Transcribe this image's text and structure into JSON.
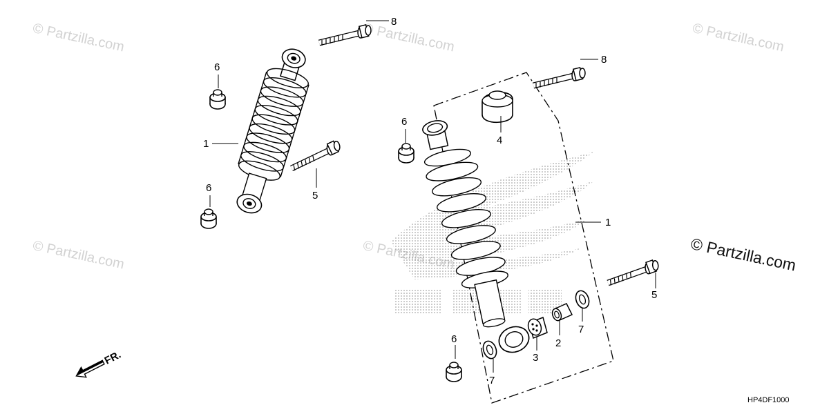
{
  "watermarks": {
    "text": "© Partzilla.com",
    "main": "© Partzilla.com"
  },
  "direction": {
    "label": "FR."
  },
  "diagram_code": "HP4DF1000",
  "callouts": {
    "left_bolt": "8",
    "left_nut_top": "6",
    "left_shock": "1",
    "left_nut_bottom": "6",
    "left_lower_bolt": "5",
    "right_bolt": "8",
    "bushing_top": "4",
    "right_nut_upper": "6",
    "right_shock": "1",
    "right_lower_bolt": "5",
    "collar_7_right": "7",
    "collar_2": "2",
    "bearing_3": "3",
    "right_nut_lower": "6",
    "collar_7_left": "7"
  }
}
